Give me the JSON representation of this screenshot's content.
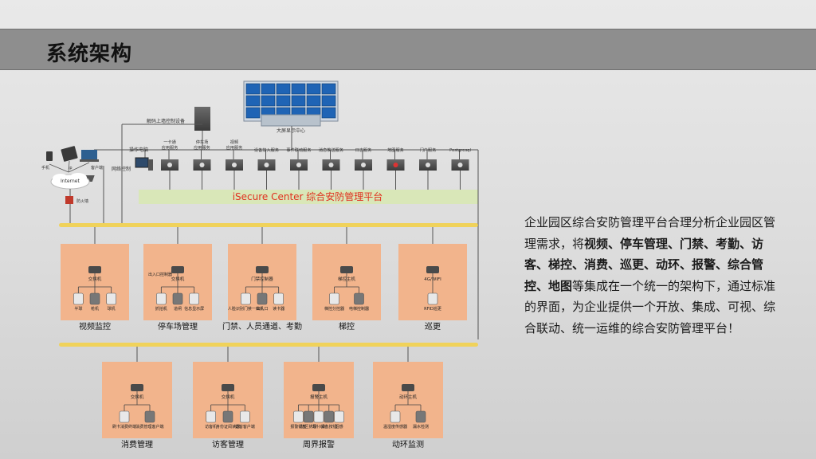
{
  "title": "系统架构",
  "platform_label": "iSecure Center 综合安防管理平台",
  "top": {
    "wall_label": "大屏显示中心",
    "decoder_label": "解码上墙控制设备",
    "operator_label": "操作电脑",
    "mgmt_host_label": "网络控制",
    "clients": [
      "手机",
      "ip",
      "客户端"
    ],
    "internet_label": "Internet",
    "firewall_label": "防火墙",
    "servers": [
      "一卡通\n应用服务",
      "停车场\n应用服务",
      "视频\n应用服务",
      "设备接入服务",
      "事件联动服务",
      "消息推送服务",
      "日志服务",
      "地图服务",
      "门户服务",
      "Postgresql"
    ]
  },
  "modules_row1": [
    {
      "title": "视频监控",
      "device": "交换机",
      "items": [
        "半球",
        "枪机",
        "球机"
      ]
    },
    {
      "title": "停车场管理",
      "device": "交换机",
      "items": [
        "抓拍机",
        "道闸",
        "信息显示屏"
      ],
      "extra": "出入口控制器"
    },
    {
      "title": "门禁、人员通道、考勤",
      "device": "门禁控制器",
      "items": [
        "人脸识别门禁一体机",
        "出入口",
        "读卡器"
      ]
    },
    {
      "title": "梯控",
      "device": "梯控主机",
      "items": [
        "梯控分控器",
        "电梯控制器"
      ]
    },
    {
      "title": "巡更",
      "device": "4G/WIFI",
      "items": [
        "RFID巡更"
      ]
    }
  ],
  "modules_row2": [
    {
      "title": "消费管理",
      "device": "交换机",
      "items": [
        "刷卡消费终端",
        "消费管理客户端"
      ]
    },
    {
      "title": "访客管理",
      "device": "交换机",
      "items": [
        "访客机",
        "身份证阅读器",
        "访客客户端"
      ]
    },
    {
      "title": "周界报警",
      "device": "报警主机",
      "items": [
        "报警键盘",
        "防区扩展",
        "红外对射",
        "紧急按钮",
        "烟感"
      ]
    },
    {
      "title": "动环监测",
      "device": "动环主机",
      "items": [
        "温湿度传感器",
        "漏水检测"
      ]
    }
  ],
  "description_parts": [
    {
      "text": "企业园区综合安防管理平台合理分析企业园区管理需求，将",
      "bold": false
    },
    {
      "text": "视频、停车管理、门禁、考勤、访客、梯控、消费、巡更、动环、报警、综合管控、地图",
      "bold": true
    },
    {
      "text": "等集成在一个统一的架构下，通过标准的界面，为企业提供一个开放、集成、可视、综合联动、统一运维的综合安防管理平台！",
      "bold": false
    }
  ],
  "colors": {
    "title_bar": "#8e8e8e",
    "module_box": "#f2b48c",
    "platform_bar": "#d9e7b8",
    "platform_text": "#e0301e",
    "bus_line": "#f0d25a",
    "device": "#4a4a4a"
  }
}
